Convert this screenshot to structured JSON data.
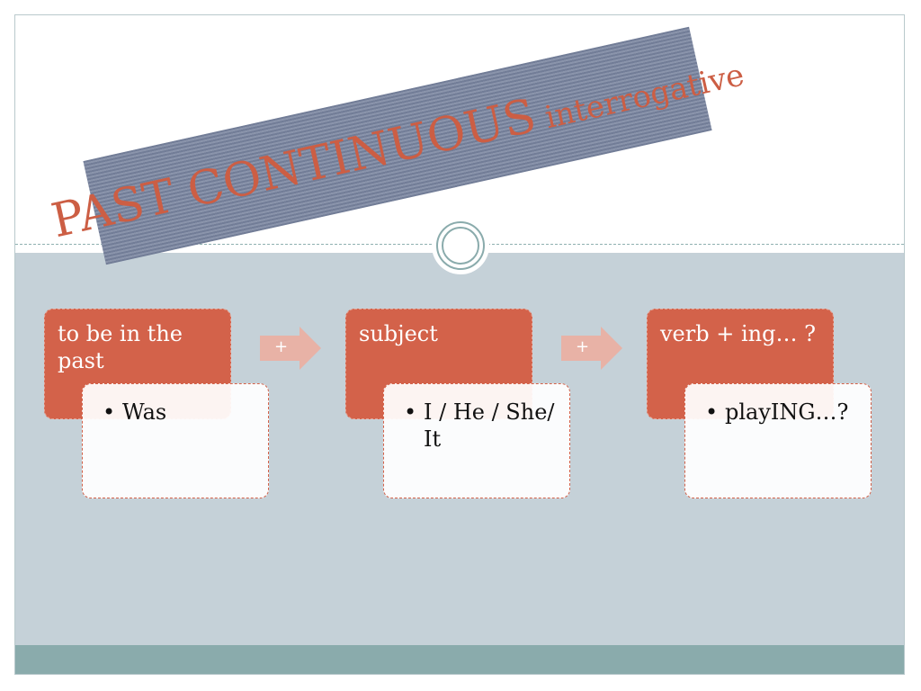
{
  "title": {
    "main": "PAST CONTINUOUS",
    "sub": " interrogative"
  },
  "steps": [
    {
      "head": "to be in the past",
      "bullet": "•",
      "body": "Was"
    },
    {
      "head": "subject",
      "bullet": "•",
      "body": "I / He / She/ It"
    },
    {
      "head": "verb + ing… ?",
      "bullet": "•",
      "body": "playING…?"
    }
  ],
  "connectors": [
    "+",
    "+"
  ],
  "colors": {
    "accent": "#d3624a",
    "banner": "#7a8aa0",
    "content_bg": "#c5d1d8",
    "footer": "#8aabac",
    "arrow": "#e8b2a6"
  }
}
